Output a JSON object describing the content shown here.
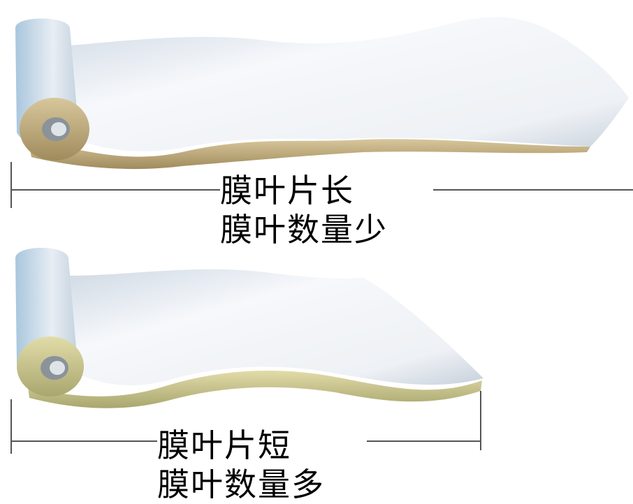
{
  "labels": {
    "long_membrane": {
      "line1": "膜叶片长",
      "line2": "膜叶数量少"
    },
    "short_membrane": {
      "line1": "膜叶片短",
      "line2": "膜叶数量多"
    }
  },
  "colors": {
    "sheet": "#f4f6fa",
    "sheet_shade": "#c9d3de",
    "roll_edge": "#bfa877",
    "roll_edge_short": "#c8c58e",
    "core": "#7d868d",
    "dimension_line": "#555555"
  }
}
